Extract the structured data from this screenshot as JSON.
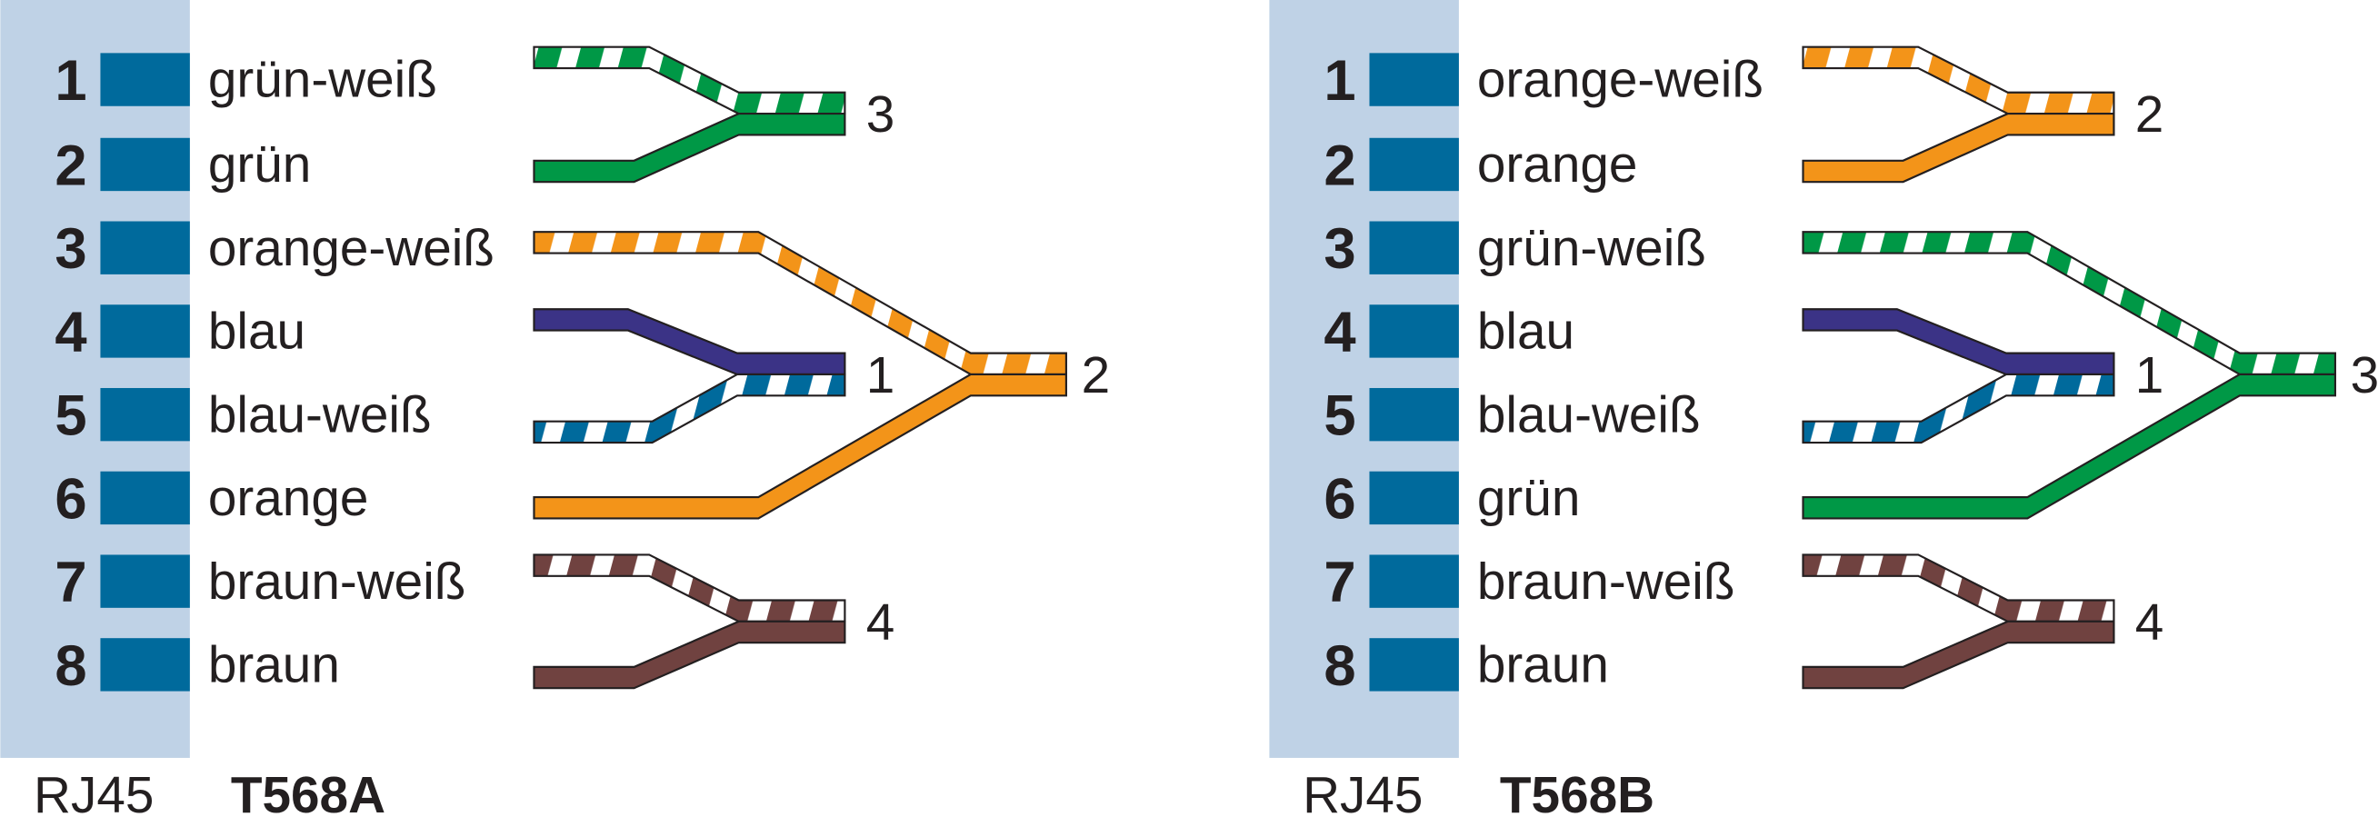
{
  "colors": {
    "panel": "#bfd2e6",
    "pin": "#006a9c",
    "green": "#009846",
    "orange": "#f39419",
    "blue": "#3b3386",
    "blue_stripe": "#006a9c",
    "brown": "#704240",
    "white": "#ffffff",
    "outline": "#231f20"
  },
  "diagrams": [
    {
      "connector_label": "RJ45",
      "standard_label": "T568A",
      "pins": [
        {
          "number": "1",
          "label": "grün-weiß",
          "color": "green",
          "striped": true
        },
        {
          "number": "2",
          "label": "grün",
          "color": "green",
          "striped": false
        },
        {
          "number": "3",
          "label": "orange-weiß",
          "color": "orange",
          "striped": true
        },
        {
          "number": "4",
          "label": "blau",
          "color": "blue",
          "striped": false
        },
        {
          "number": "5",
          "label": "blau-weiß",
          "color": "blue_stripe",
          "striped": true
        },
        {
          "number": "6",
          "label": "orange",
          "color": "orange",
          "striped": false
        },
        {
          "number": "7",
          "label": "braun-weiß",
          "color": "brown",
          "striped": true
        },
        {
          "number": "8",
          "label": "braun",
          "color": "brown",
          "striped": false
        }
      ],
      "pairs": [
        "3",
        "1",
        "2",
        "4"
      ]
    },
    {
      "connector_label": "RJ45",
      "standard_label": "T568B",
      "pins": [
        {
          "number": "1",
          "label": "orange-weiß",
          "color": "orange",
          "striped": true
        },
        {
          "number": "2",
          "label": "orange",
          "color": "orange",
          "striped": false
        },
        {
          "number": "3",
          "label": "grün-weiß",
          "color": "green",
          "striped": true
        },
        {
          "number": "4",
          "label": "blau",
          "color": "blue",
          "striped": false
        },
        {
          "number": "5",
          "label": "blau-weiß",
          "color": "blue_stripe",
          "striped": true
        },
        {
          "number": "6",
          "label": "grün",
          "color": "green",
          "striped": false
        },
        {
          "number": "7",
          "label": "braun-weiß",
          "color": "brown",
          "striped": true
        },
        {
          "number": "8",
          "label": "braun",
          "color": "brown",
          "striped": false
        }
      ],
      "pairs": [
        "2",
        "1",
        "3",
        "4"
      ]
    }
  ]
}
